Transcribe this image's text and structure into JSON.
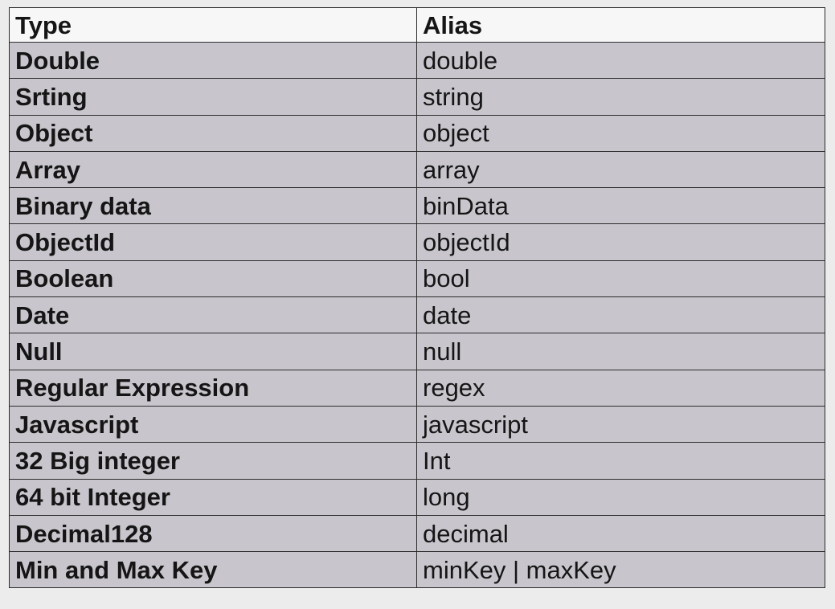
{
  "table": {
    "headers": {
      "type": "Type",
      "alias": "Alias"
    },
    "rows": [
      {
        "type": "Double",
        "alias": "double"
      },
      {
        "type": "Srting",
        "alias": "string"
      },
      {
        "type": "Object",
        "alias": "object"
      },
      {
        "type": "Array",
        "alias": "array"
      },
      {
        "type": "Binary data",
        "alias": "binData"
      },
      {
        "type": "ObjectId",
        "alias": "objectId"
      },
      {
        "type": "Boolean",
        "alias": "bool"
      },
      {
        "type": "Date",
        "alias": "date"
      },
      {
        "type": "Null",
        "alias": "null"
      },
      {
        "type": "Regular Expression",
        "alias": "regex"
      },
      {
        "type": "Javascript",
        "alias": "javascript"
      },
      {
        "type": "32 Big integer",
        "alias": "Int"
      },
      {
        "type": "64 bit Integer",
        "alias": "long"
      },
      {
        "type": "Decimal128",
        "alias": "decimal"
      },
      {
        "type": "Min and Max Key",
        "alias": "minKey | maxKey"
      }
    ]
  },
  "colors": {
    "header_bg": "#f7f7f7",
    "row_bg": "#c8c6cc",
    "border": "#2b2b2b",
    "page_bg": "#ececec"
  }
}
